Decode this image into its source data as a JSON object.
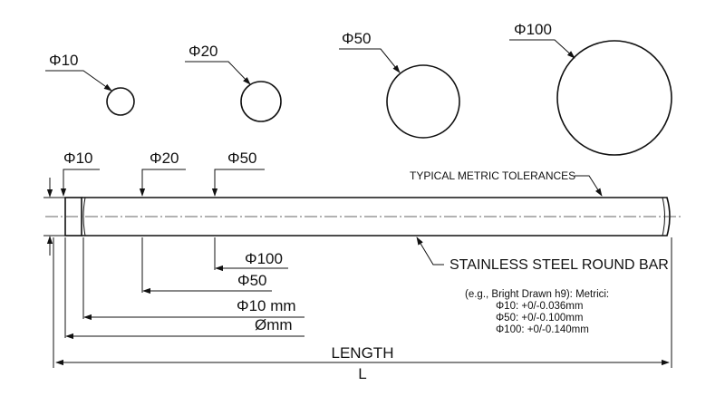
{
  "circles": {
    "d10": "Φ10",
    "d20": "Φ20",
    "d50": "Φ50",
    "d100": "Φ100"
  },
  "bar": {
    "top_d10": "Φ10",
    "top_d20": "Φ20",
    "top_d50": "Φ50",
    "dim_d100": "Φ100",
    "dim_d50": "Φ50",
    "dim_d10mm": "Φ10 mm",
    "dim_omm": "Ømm",
    "tolerance_label": "TYPICAL METRIC TOLERANCES",
    "bar_label": "STAINLESS STEEL ROUND BAR",
    "length_label": "LENGTH",
    "length_symbol": "L"
  },
  "tolerances": {
    "heading": "(e.g., Bright Drawn h9):  Metrici:",
    "lines": [
      "Φ10:  +0/-0.036mm",
      "Φ50:  +0/-0.100mm",
      "Φ100: +0/-0.140mm"
    ]
  }
}
